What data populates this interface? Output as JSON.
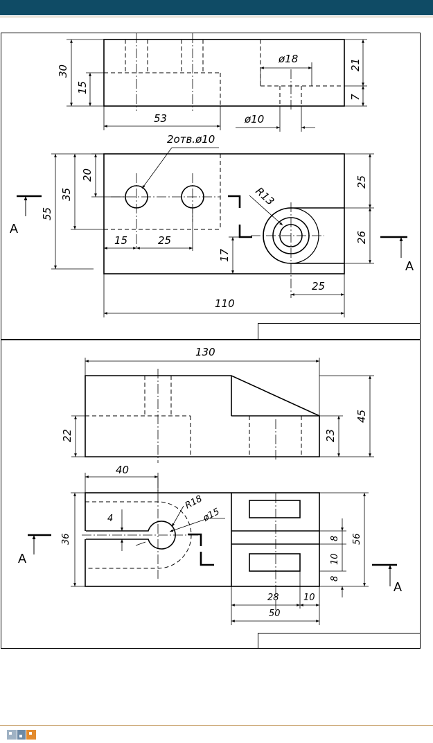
{
  "diagram1": {
    "dims": {
      "d30": "30",
      "d15": "15",
      "d53": "53",
      "d18": "ø18",
      "d21": "21",
      "d7": "7",
      "d10": "ø10",
      "holes": "2отв.ø10",
      "d20": "20",
      "d35": "35",
      "d55": "55",
      "d15b": "15",
      "d25a": "25",
      "r13": "R13",
      "d25b": "25",
      "d26": "26",
      "d17": "17",
      "d25c": "25",
      "d110": "110"
    },
    "section_left": "A",
    "section_right": "A"
  },
  "diagram2": {
    "dims": {
      "d130": "130",
      "d45": "45",
      "d22": "22",
      "d23": "23",
      "d40": "40",
      "r18": "R18",
      "d15": "ø15",
      "d36": "36",
      "d4": "4",
      "d56": "56",
      "d8a": "8",
      "d10": "10",
      "d8b": "8",
      "d28": "28",
      "d10b": "10",
      "d50": "50"
    },
    "section_left": "A",
    "section_right": "A"
  },
  "colors": {
    "header": "#0f4b65",
    "accent": "#c8a06a"
  }
}
